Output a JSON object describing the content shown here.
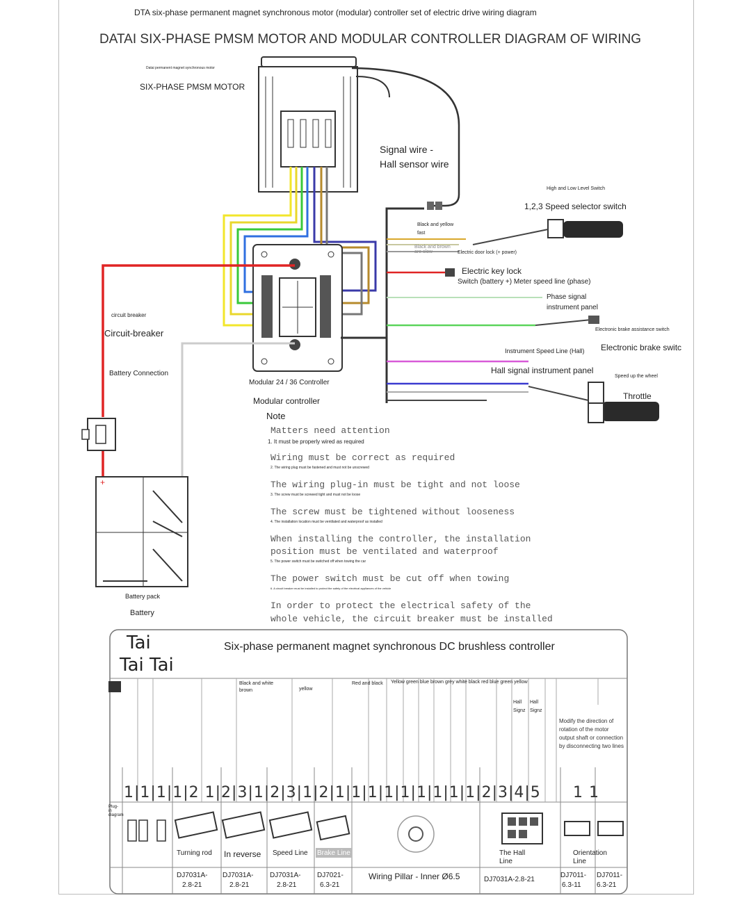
{
  "header": {
    "small_title": "DTA six-phase permanent magnet synchronous motor (modular) controller set of electric drive wiring diagram",
    "main_title": "DATAI SIX-PHASE PMSM MOTOR AND MODULAR CONTROLLER DIAGRAM OF WIRING"
  },
  "motor": {
    "tiny_label": "Datai permanent magnet synchronous motor",
    "label": "SIX-PHASE PMSM MOTOR"
  },
  "signal": {
    "line1": "Signal wire -",
    "line2": "Hall sensor wire"
  },
  "right": {
    "high_low": "High and Low Level Switch",
    "speed_selector": "1,2,3 Speed selector switch",
    "black_yellow": "Black and yellow",
    "fast": "fast",
    "black_brown": "Black and brown are slow",
    "door_lock": "Electric door lock (+ power)",
    "key_lock": "Electric key lock",
    "switch_line": "Switch (battery +) Meter speed line (phase)",
    "phase_signal": "Phase signal",
    "instrument_panel": "instrument panel",
    "brake_assist": "Electronic brake assistance switch",
    "instrument_speed": "Instrument Speed Line (Hall)",
    "brake_switch": "Electronic brake switc",
    "hall_panel": "Hall signal instrument panel",
    "speed_wheel": "Speed up the wheel",
    "throttle": "Throttle"
  },
  "left": {
    "cb_small": "circuit breaker",
    "cb": "Circuit-breaker",
    "battery_connection": "Battery Connection",
    "battery_pack": "Battery pack",
    "battery": "Battery"
  },
  "controller": {
    "label1": "Modular 24 / 36 Controller",
    "label2": "Modular controller"
  },
  "note": {
    "title": "Note",
    "items": [
      {
        "big": "Matters need attention",
        "small": "1. It must be properly wired as required"
      },
      {
        "big": "Wiring must be correct as required",
        "small": "2. The wiring plug must be fastened and must not be unscrewed"
      },
      {
        "big": "The wiring plug-in must be tight and not loose",
        "small": "3. The screw must be screwed tight and must not be loose"
      },
      {
        "big": "The screw must be tightened without looseness",
        "small": "4. The installation location must be ventilated and waterproof as installed"
      },
      {
        "big": "When installing the controller, the installation",
        "big2": "position must be ventilated and waterproof",
        "small": "5. The power switch must be switched off when towing the car"
      },
      {
        "big": "The power switch must be cut off when towing",
        "small": "6. A circuit breaker must be installed to protect the safety of the electrical appliances of the vehicle"
      },
      {
        "big": "In order to protect the electrical safety of the",
        "big2": "whole vehicle, the circuit breaker must be installed",
        "small": ""
      }
    ]
  },
  "table": {
    "logo1": "Tai",
    "logo2": "Tai Tai",
    "title": "Six-phase permanent magnet synchronous DC brushless controller",
    "hdr_black_white": "Black and white",
    "hdr_brown": "brown",
    "hdr_yellow": "yellow",
    "hdr_red_black": "Red and black",
    "hdr_colors": "Yellow green blue brown grey white black red blue green yellow",
    "hall1": "Hall",
    "hall2": "Hall",
    "signz": "Signz",
    "signz2": "Signz",
    "modify_note": "Modify the direction of rotation of the motor output shaft or connection by disconnecting two lines",
    "pin_numbers": "1|1|1|1|2   1|2|3|1|2|3|1|2|1|1|1|1|1|1|1|1|1|2|3|4|5",
    "pin_tail": "1    1",
    "plugin_diagram": "Plug-in diagram",
    "turning_rod": "Turning rod",
    "in_reverse": "In reverse",
    "speed_line": "Speed Line",
    "brake_line": "Brake Line",
    "hall_line1": "The Hall",
    "hall_line2": "Line",
    "orientation1": "Orientation",
    "orientation2": "Line",
    "part1": "DJ7031A-",
    "part1b": "2.8-21",
    "part2": "DJ7031A-",
    "part2b": "2.8-21",
    "part3": "DJ7031A-",
    "part3b": "2.8-21",
    "part4": "DJ7021-",
    "part4b": "6.3-21",
    "wiring_pillar": "Wiring Pillar - Inner Ø6.5",
    "part5": "DJ7031A-2.8-21",
    "part6": "DJ7011-",
    "part6b": "6.3-11",
    "part7": "DJ7011-",
    "part7b": "6.3-21"
  }
}
